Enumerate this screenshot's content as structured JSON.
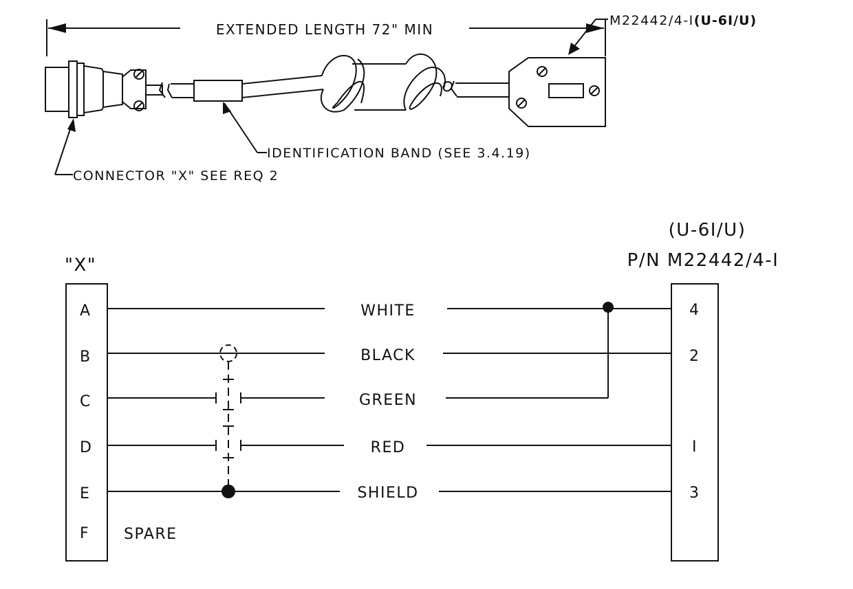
{
  "assembly": {
    "length_label": "EXTENDED LENGTH 72\" MIN",
    "part_number_prefix": "M22442/4-I",
    "part_number_suffix": "(U-6I/U)",
    "id_band_label": "IDENTIFICATION BAND (SEE 3.4.19)",
    "connector_label": "CONNECTOR \"X\" SEE REQ 2"
  },
  "wiring": {
    "left_connector": "\"X\"",
    "right_connector_line1": "(U-6I/U)",
    "right_connector_line2": "P/N M22442/4-I",
    "rows": [
      {
        "pin": "A",
        "wire": "WHITE",
        "dest": "4"
      },
      {
        "pin": "B",
        "wire": "BLACK",
        "dest": "2"
      },
      {
        "pin": "C",
        "wire": "GREEN",
        "dest": ""
      },
      {
        "pin": "D",
        "wire": "RED",
        "dest": "I"
      },
      {
        "pin": "E",
        "wire": "SHIELD",
        "dest": "3"
      },
      {
        "pin": "F",
        "wire": "SPARE",
        "dest": ""
      }
    ]
  }
}
